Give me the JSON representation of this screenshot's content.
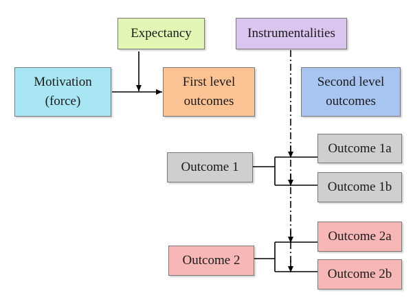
{
  "nodes": {
    "expectancy": {
      "lines": [
        "Expectancy"
      ],
      "color": "#e3f7b4"
    },
    "instrumentalities": {
      "lines": [
        "Instrumentalities"
      ],
      "color": "#d9c5ee"
    },
    "motivation": {
      "lines": [
        "Motivation",
        "(force)"
      ],
      "color": "#a9e6f3"
    },
    "first_level": {
      "lines": [
        "First level",
        "outcomes"
      ],
      "color": "#fbc393"
    },
    "second_level": {
      "lines": [
        "Second level",
        "outcomes"
      ],
      "color": "#a8c5f2"
    },
    "outcome_1": {
      "lines": [
        "Outcome 1"
      ],
      "color": "#cfcfcf"
    },
    "outcome_1a": {
      "lines": [
        "Outcome 1a"
      ],
      "color": "#cfcfcf"
    },
    "outcome_1b": {
      "lines": [
        "Outcome 1b"
      ],
      "color": "#cfcfcf"
    },
    "outcome_2": {
      "lines": [
        "Outcome 2"
      ],
      "color": "#f8b7b7"
    },
    "outcome_2a": {
      "lines": [
        "Outcome 2a"
      ],
      "color": "#f8b7b7"
    },
    "outcome_2b": {
      "lines": [
        "Outcome 2b"
      ],
      "color": "#f8b7b7"
    }
  },
  "line_color": "#000000"
}
